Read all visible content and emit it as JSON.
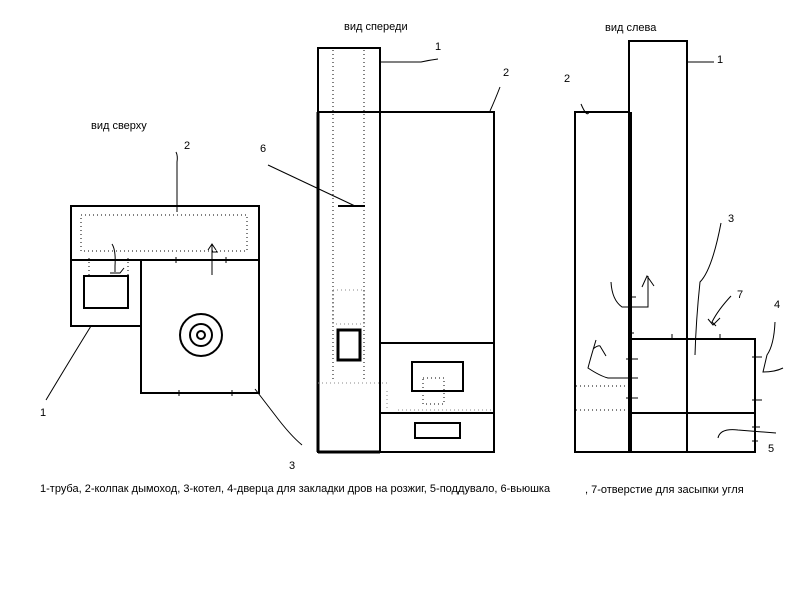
{
  "views": {
    "top": {
      "title": "вид сверху",
      "callouts": [
        "2",
        "1",
        "3"
      ]
    },
    "front": {
      "title": "вид спереди",
      "callouts": [
        "1",
        "2",
        "6"
      ]
    },
    "left": {
      "title": "вид слева",
      "callouts": [
        "1",
        "2",
        "3",
        "7",
        "4",
        "5"
      ]
    }
  },
  "legend": {
    "part1": "1-труба, 2-колпак дымоход, 3-котел, 4-дверца для закладки дров на розжиг, 5-поддувало, 6-вьюшка",
    "part2": ", 7-отверстие для засыпки угля"
  }
}
